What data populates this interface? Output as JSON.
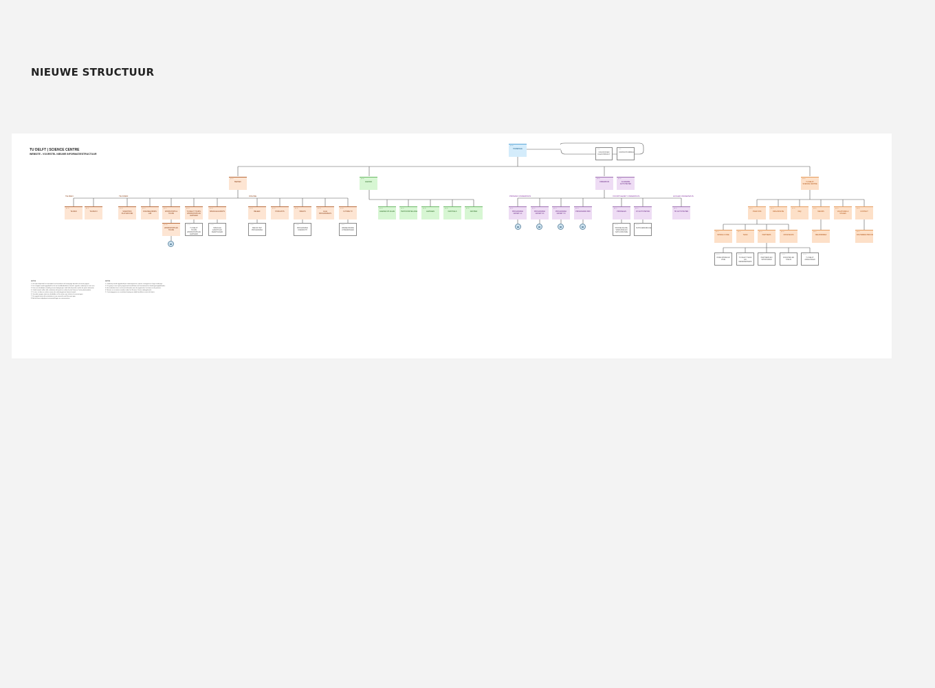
{
  "page_title": "NIEUWE STRUCTUUR",
  "brand": {
    "title": "TU DELFT | SCIENCE CENTRE",
    "subtitle": "WEBSITE - VOORSTEL NIEUWE INFORMATIESTRUCTUUR"
  },
  "colors": {
    "orange": "#fde5d3",
    "green": "#d7f6d3",
    "purple": "#eedcf4",
    "peach": "#fde0c8",
    "blue": "#d4ecfb"
  },
  "root": {
    "id": "p1.00",
    "label": "HOMEPAGE"
  },
  "side_cards": [
    {
      "id": "0.01",
      "label": "COLOFON EN KLEIN PRIVACY"
    },
    {
      "id": "0.02",
      "label": "CONTACTFORMULIER"
    }
  ],
  "level1": [
    {
      "id": "p1.01",
      "label": "BEZOEK",
      "color": "orange"
    },
    {
      "id": "p2.00",
      "label": "AGENDA",
      "color": "green"
    },
    {
      "id": "p3.00",
      "label": "ONDERWIJS",
      "color": "purple"
    },
    {
      "id": "p3.10",
      "label": "ACADEMIE ACTIVITEITEN",
      "color": "purple"
    },
    {
      "id": "p4.00",
      "label": "TU DELFT SCIENCE CENTRE",
      "color": "peach"
    }
  ],
  "group_labels": [
    "TE ZIEN",
    "TE DOEN",
    "ONLINE",
    "PRIMAIR ONDERWIJS",
    "VOORTGEZET ONDERWIJS",
    "HOGER ONDERWIJS"
  ],
  "level2": [
    {
      "id": "p1.10",
      "label": "TE ZIEN",
      "color": "orange"
    },
    {
      "id": "p1.11",
      "label": "TE ZIEN II",
      "color": "orange"
    },
    {
      "id": "p1.20",
      "label": "SCIENTIFIC PLAYGROUND",
      "color": "orange"
    },
    {
      "id": "p1.21",
      "label": "DOE MEE MINDS LAB",
      "color": "orange"
    },
    {
      "id": "p1.22",
      "label": "WORKSHOPS & TOURS",
      "color": "orange"
    },
    {
      "id": "p1.23",
      "label": "TU DELFT TOURS, WORKSHOPS EN LEZINGEN",
      "color": "orange"
    },
    {
      "id": "p1.24",
      "label": "SPECIALE EVENTS",
      "color": "orange"
    },
    {
      "id": "p1.30",
      "label": "BELEEF",
      "color": "orange"
    },
    {
      "id": "p1.31",
      "label": "PODCASTS",
      "color": "orange"
    },
    {
      "id": "p1.32",
      "label": "VIDEO'S",
      "color": "orange"
    },
    {
      "id": "p1.33",
      "label": "ALLE PROGRAMMA'S",
      "color": "orange"
    },
    {
      "id": "p1.34",
      "label": "FUTURE TV",
      "color": "orange"
    },
    {
      "id": "p2.10",
      "label": "AGENDA OP ALLES",
      "color": "green"
    },
    {
      "id": "p2.20",
      "label": "TENTOONSTELLINGEN",
      "color": "green"
    },
    {
      "id": "p2.30",
      "label": "LEZINGEN",
      "color": "green"
    },
    {
      "id": "p2.40",
      "label": "FESTIVALS",
      "color": "green"
    },
    {
      "id": "p2.50",
      "label": "ARCHIEF",
      "color": "green"
    },
    {
      "id": "p3.11",
      "label": "PROGRAMMA GROEP 1-4",
      "color": "purple"
    },
    {
      "id": "p3.12",
      "label": "PROGRAMMA GROEP 5-6",
      "color": "purple"
    },
    {
      "id": "p3.13",
      "label": "PROGRAMMA GROEP 7-8",
      "color": "purple"
    },
    {
      "id": "p3.14",
      "label": "PROGRAMMA SBO",
      "color": "purple"
    },
    {
      "id": "p3.21",
      "label": "PROFIELEN",
      "color": "purple"
    },
    {
      "id": "p3.22",
      "label": "VO ACTIVITEITEN",
      "color": "purple"
    },
    {
      "id": "p3.31",
      "label": "HO ACTIVITEITEN",
      "color": "purple"
    },
    {
      "id": "p4.10",
      "label": "OVER ONS",
      "color": "peach"
    },
    {
      "id": "p4.20",
      "label": "ORGANISATIE",
      "color": "peach"
    },
    {
      "id": "p4.30",
      "label": "FAQ",
      "color": "peach"
    },
    {
      "id": "p4.40",
      "label": "NIEUWS",
      "color": "peach"
    },
    {
      "id": "p4.50",
      "label": "VACATURES & STAGES",
      "color": "peach"
    },
    {
      "id": "p4.60",
      "label": "CONTACT",
      "color": "peach"
    }
  ],
  "level3": [
    {
      "id": "p1.22a",
      "label": "WORKSHOPS EN TOURS",
      "color": "orange"
    },
    {
      "id": "p4.11",
      "label": "MISSIE & VISIE",
      "color": "peach"
    },
    {
      "id": "p4.12",
      "label": "TEAM",
      "color": "peach"
    },
    {
      "id": "p4.13",
      "label": "PARTNERS",
      "color": "peach"
    },
    {
      "id": "p4.14",
      "label": "DONATEURS",
      "color": "peach"
    },
    {
      "id": "p4.41",
      "label": "NIEUWSBRIEF",
      "color": "peach"
    },
    {
      "id": "p4.61",
      "label": "ROUTEBESCHRIJVING",
      "color": "peach"
    }
  ],
  "detail_cards": [
    {
      "id": "1.23.1",
      "label": "TU DELFT TOURS WORKSHOPS EN LEZINGEN"
    },
    {
      "id": "1.24.1",
      "label": "SPECIALE EVENTS EN FEESTDAGEN"
    },
    {
      "id": "1.30.1",
      "label": "BEKIJK HET PROGRAMMA"
    },
    {
      "id": "1.33.1",
      "label": "PROGRAMMA OVERZICHT"
    },
    {
      "id": "1.34.1",
      "label": "WERELDWIJDE UITZENDINGEN"
    },
    {
      "id": "3.21.1",
      "label": "PROFIELKEUZE, WISKUNDE EN NATUURKUNDE"
    },
    {
      "id": "3.22.1",
      "label": "SCHOLIERENDAGEN"
    },
    {
      "id": "4.11.1",
      "label": "ONZE MISSIE EN VISIE"
    },
    {
      "id": "4.12.1",
      "label": "TU DELFT TEAM EN MEDEWERKERS"
    },
    {
      "id": "4.13.1",
      "label": "PARTNERS EN SPONSOREN"
    },
    {
      "id": "4.14.1",
      "label": "DONATIES EN STEUN"
    },
    {
      "id": "4.15.1",
      "label": "TU DELFT AFDELINGEN"
    }
  ],
  "notes": [
    {
      "heading": "NOTES",
      "lines": [
        "1. Uit cijfers blijkt dat het merendeel van bezoekers de homepage bezoekt als eerste pagina.",
        "2. De navigatie wordt opgedeeld in de vier hoofdonderdelen: bezoek, agenda, onderwijs en over ons.",
        "3. Door een duidelijke scheiding tussen doelgroepen vindt elke bezoeker sneller de juiste informatie.",
        "4. Onder bezoek vallen alle activiteiten die fysiek en online bij het Science Centre plaatsvinden.",
        "5. Te zien, te doen en online vormen de subcategorieen binnen bezoek.",
        "6. Op iedere pagina staat een duidelijke call to action voor tickets of reserveringen.",
        "7. De agenda toont alle activiteiten in een overzicht met filters per type.",
        "8. Archief bevat afgelopen tentoonstellingen en evenementen."
      ]
    },
    {
      "heading": "NOTES",
      "lines": [
        "1. Onderwijs wordt opgedeeld per onderwijsniveau: primair, voortgezet en hoger onderwijs.",
        "2. Per groep is een apart programma beschikbaar met lesmateriaal en boekingsmogelijkheden.",
        "3. Het onderdeel over ons bevat informatie over de organisatie, het team en de partners.",
        "4. Nieuws en vacatures worden onder het Science Centre ondergebracht.",
        "5. Contactgegevens en routebeschrijving zijn altijd bereikbaar vanuit de footer."
      ]
    }
  ]
}
